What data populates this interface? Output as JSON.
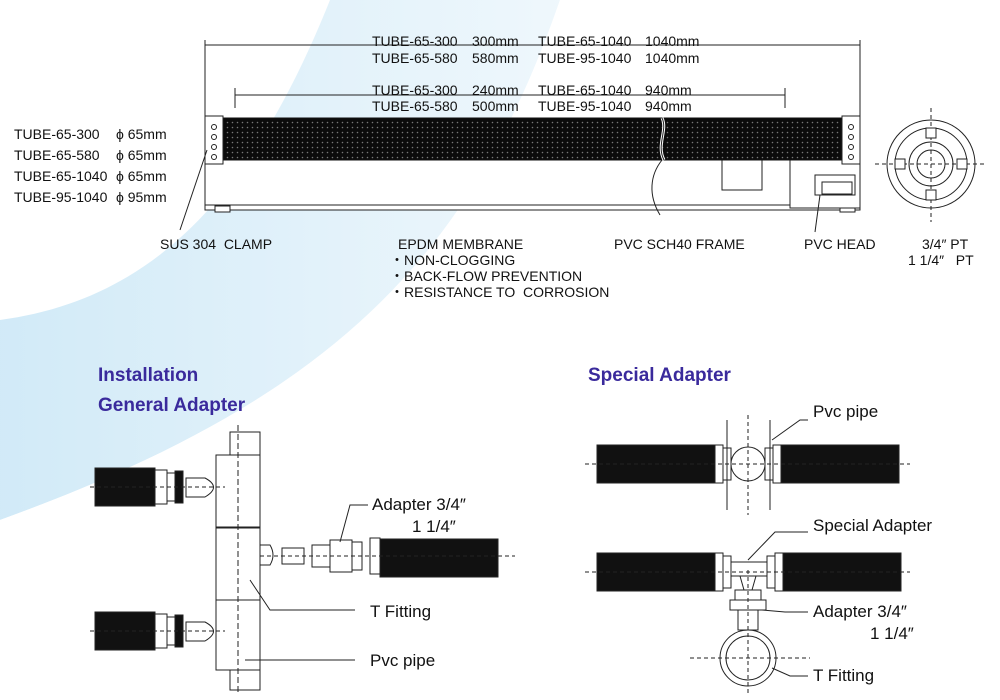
{
  "dimensions": {
    "overall": [
      {
        "model": "TUBE-65-300",
        "length": "300mm"
      },
      {
        "model": "TUBE-65-580",
        "length": "580mm"
      },
      {
        "model": "TUBE-65-1040",
        "length": "1040mm"
      },
      {
        "model": "TUBE-95-1040",
        "length": "1040mm"
      }
    ],
    "membrane": [
      {
        "model": "TUBE-65-300",
        "length": "240mm"
      },
      {
        "model": "TUBE-65-580",
        "length": "500mm"
      },
      {
        "model": "TUBE-65-1040",
        "length": "940mm"
      },
      {
        "model": "TUBE-95-1040",
        "length": "940mm"
      }
    ],
    "diameters": [
      {
        "model": "TUBE-65-300",
        "dia": "ϕ 65mm"
      },
      {
        "model": "TUBE-65-580",
        "dia": "ϕ 65mm"
      },
      {
        "model": "TUBE-65-1040",
        "dia": "ϕ 65mm"
      },
      {
        "model": "TUBE-95-1040",
        "dia": "ϕ 95mm"
      }
    ]
  },
  "parts": {
    "clamp": "SUS 304  CLAMP",
    "membrane": "EPDM MEMBRANE",
    "features": [
      "・NON-CLOGGING",
      "・BACK-FLOW PREVENTION",
      "・RESISTANCE TO  CORROSION"
    ],
    "frame": "PVC SCH40 FRAME",
    "head": "PVC HEAD",
    "thread_1": "3/4″ PT",
    "thread_2": "1 1/4″   PT"
  },
  "installation": {
    "title_1": "Installation",
    "title_2": "General Adapter",
    "adapter_1": "Adapter 3/4″",
    "adapter_2": "1 1/4″",
    "t_fitting": "T Fitting",
    "pvc_pipe": "Pvc pipe"
  },
  "special": {
    "title": "Special Adapter",
    "pvc_pipe": "Pvc pipe",
    "special_adapter": "Special Adapter",
    "adapter_1": "Adapter 3/4″",
    "adapter_2": "1 1/4″",
    "t_fitting": "T Fitting"
  },
  "colors": {
    "title": "#3a2a9c",
    "background_arc": "#d9eef8",
    "tube": "#111111"
  }
}
